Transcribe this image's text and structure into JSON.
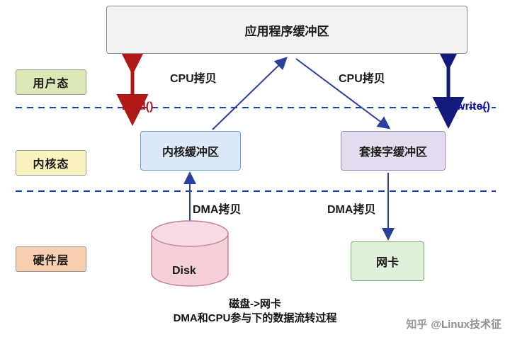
{
  "diagram": {
    "layer_tags": [
      {
        "id": "user",
        "label": "用户态"
      },
      {
        "id": "kernel",
        "label": "内核态"
      },
      {
        "id": "hw",
        "label": "硬件层"
      }
    ],
    "boxes": {
      "app_buffer": "应用程序缓冲区",
      "kernel_buffer": "内核缓冲区",
      "socket_buffer": "套接字缓冲区",
      "nic": "网卡",
      "disk": "Disk"
    },
    "edge_labels": {
      "cpu_copy_left": "CPU拷贝",
      "cpu_copy_right": "CPU拷贝",
      "read": "read()",
      "write": "write()",
      "dma_copy_left": "DMA拷贝",
      "dma_copy_right": "DMA拷贝"
    },
    "caption_line1": "磁盘->网卡",
    "caption_line2": "DMA和CPU参与下的数据流转过程",
    "watermark": "@Linux技术征",
    "colors": {
      "arrow_blue": "#2b3f9e",
      "arrow_red": "#b01818",
      "arrow_navy": "#121a7a",
      "divider": "#1a3fb5",
      "user_tag": "#dbe7b4",
      "kernel_tag": "#faf3bd",
      "hardware_tag": "#f6cfae",
      "kernel_box": "#dae8f7",
      "socket_box": "#e4dcee",
      "nic_box": "#e1f0da",
      "disk_box": "#f4cfd8",
      "app_box": "#f2f2f2"
    }
  }
}
